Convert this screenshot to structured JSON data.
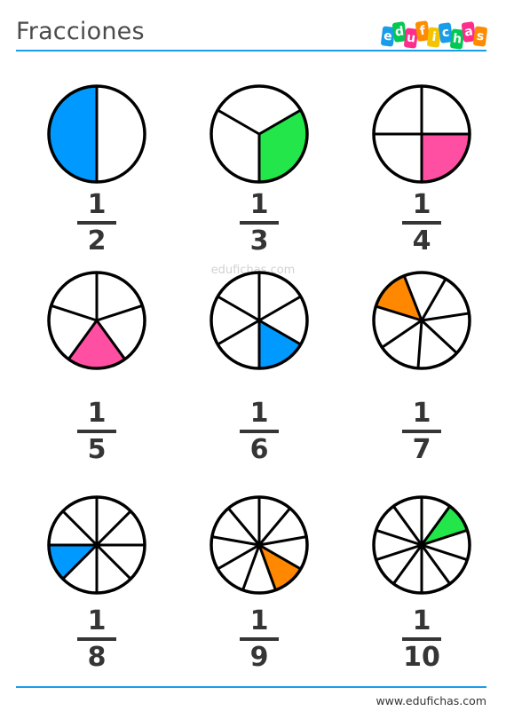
{
  "header": {
    "title": "Fracciones",
    "logo": {
      "letters": [
        "e",
        "d",
        "u",
        "f",
        "i",
        "c",
        "h",
        "a",
        "s"
      ],
      "colors": [
        "#1a9de8",
        "#00c853",
        "#ff2d8b",
        "#ff8c00",
        "#f5c400",
        "#1a9de8",
        "#00c853",
        "#ff2d8b",
        "#ff8c00"
      ]
    }
  },
  "watermark": "edufichas.com",
  "footer": {
    "url": "www.edufichas.com"
  },
  "fractions": [
    {
      "numerator": "1",
      "denominator": "2",
      "parts": 2,
      "highlighted_index": 1,
      "color": "#0099ff"
    },
    {
      "numerator": "1",
      "denominator": "3",
      "parts": 3,
      "highlighted_index": 0,
      "color": "#22e64a"
    },
    {
      "numerator": "1",
      "denominator": "4",
      "parts": 4,
      "highlighted_index": 0,
      "color": "#ff4fa3"
    },
    {
      "numerator": "1",
      "denominator": "5",
      "parts": 5,
      "highlighted_index": 2,
      "color": "#ff4fa3"
    },
    {
      "numerator": "1",
      "denominator": "6",
      "parts": 6,
      "highlighted_index": 2,
      "color": "#0099ff"
    },
    {
      "numerator": "1",
      "denominator": "7",
      "parts": 7,
      "highlighted_index": 5,
      "color": "#ff8800"
    },
    {
      "numerator": "1",
      "denominator": "8",
      "parts": 8,
      "highlighted_index": 5,
      "color": "#0099ff"
    },
    {
      "numerator": "1",
      "denominator": "9",
      "parts": 9,
      "highlighted_index": 3,
      "color": "#ff8800"
    },
    {
      "numerator": "1",
      "denominator": "10",
      "parts": 10,
      "highlighted_index": 1,
      "color": "#22e64a"
    }
  ]
}
